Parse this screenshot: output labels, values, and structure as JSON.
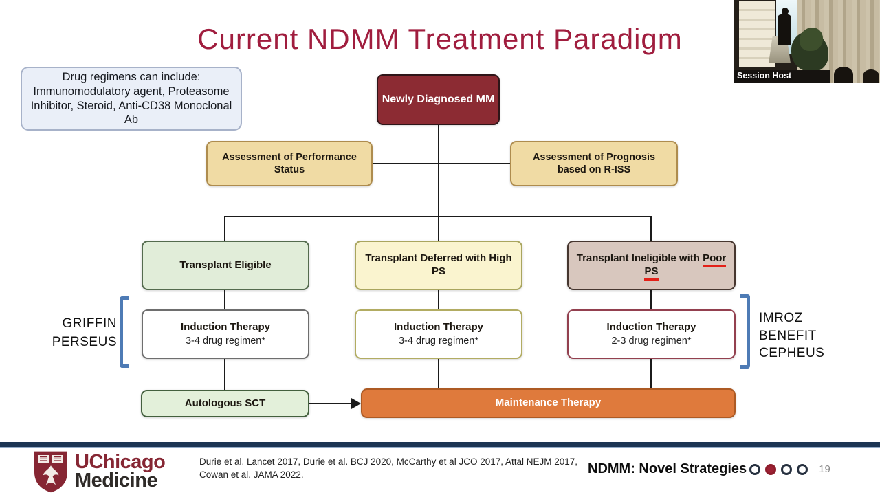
{
  "slide": {
    "title": "Current NDMM Treatment Paradigm",
    "info_box": "Drug regimens can include: Immunomodulatory agent, Proteasome Inhibitor, Steroid, Anti-CD38 Monoclonal Ab",
    "root_box": "Newly Diagnosed MM",
    "assessment_left": "Assessment of Performance Status",
    "assessment_right": "Assessment of Prognosis based on R-ISS",
    "branch_eligible": "Transplant Eligible",
    "branch_deferred": "Transplant Deferred with High PS",
    "branch_ineligible_prefix": "Transplant Ineligible with ",
    "branch_ineligible_underlined": "Poor PS",
    "induction_left_title": "Induction Therapy",
    "induction_left_sub": "3-4 drug regimen*",
    "induction_mid_title": "Induction Therapy",
    "induction_mid_sub": "3-4 drug regimen*",
    "induction_right_title": "Induction Therapy",
    "induction_right_sub": "2-3 drug regimen*",
    "left_trials": [
      "GRIFFIN",
      "PERSEUS"
    ],
    "right_trials": [
      "IMROZ",
      "BENEFIT",
      "CEPHEUS"
    ],
    "autologous": "Autologous SCT",
    "maintenance": "Maintenance Therapy"
  },
  "webcam": {
    "label": "Session Host"
  },
  "footer": {
    "logo_top": "UChicago",
    "logo_bottom": "Medicine",
    "citation_line1": "Durie et al. Lancet 2017, Durie et al. BCJ 2020, McCarthy et al JCO 2017, Attal NEJM 2017,",
    "citation_line2": "Cowan et al. JAMA 2022.",
    "section_label": "NDMM: Novel Strategies",
    "page_number": "19",
    "nav_dots": [
      false,
      true,
      false,
      false
    ]
  },
  "colors": {
    "title_maroon": "#A01D3E",
    "box_maroon": "#8C2B33",
    "orange": "#DF7A3C",
    "bracket_blue": "#4E7BB5",
    "underline_red": "#E32119",
    "navy": "#1C3553",
    "logo_maroon": "#862633",
    "dot_fill": "#9E2134"
  }
}
